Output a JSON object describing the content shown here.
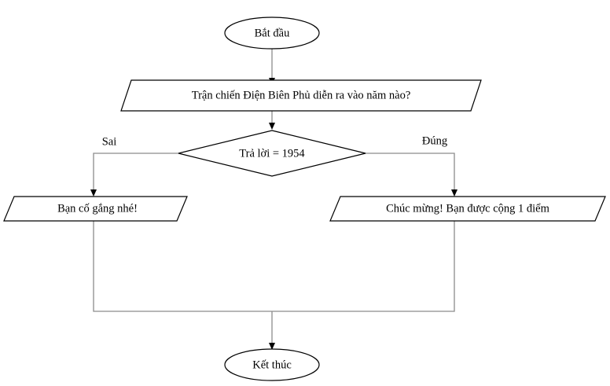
{
  "diagram": {
    "title": "Flowchart quiz Dien Bien Phu",
    "colors": {
      "shape_stroke": "#000000",
      "shape_fill": "#ffffff",
      "connector": "#8c8c8c",
      "arrowhead": "#000000",
      "text": "#000000",
      "background": "#ffffff"
    },
    "nodes": {
      "start": {
        "label": "Bắt đầu",
        "shape": "ellipse"
      },
      "question": {
        "label": "Trận chiến Điện Biên Phủ diễn ra vào năm nào?",
        "shape": "parallelogram"
      },
      "decision": {
        "label": "Trả lời = 1954",
        "shape": "diamond"
      },
      "wrong": {
        "label": "Bạn cố gắng nhé!",
        "shape": "parallelogram"
      },
      "correct": {
        "label": "Chúc mừng! Bạn được cộng 1 điểm",
        "shape": "parallelogram"
      },
      "end": {
        "label": "Kết thúc",
        "shape": "ellipse"
      }
    },
    "edge_labels": {
      "false_branch": "Sai",
      "true_branch": "Đúng"
    }
  }
}
